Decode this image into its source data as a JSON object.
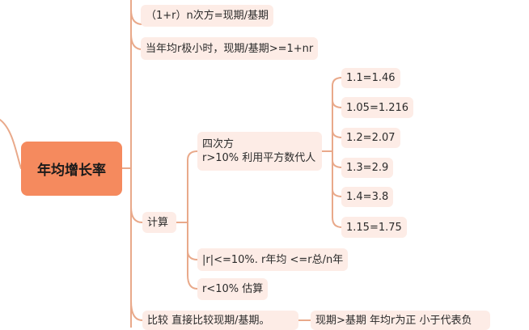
{
  "root": {
    "label": "年均增长率"
  },
  "branches": {
    "power": "（1+r）n次方=现期/基期",
    "small_r": "当年均r极小时，现期/基期>=1+nr",
    "calc": "计算",
    "compare": "比较 直接比较现期/基期。"
  },
  "calc": {
    "fourth_power_line1": "四次方",
    "fourth_power_line2": "r>10% 利用平方数代人",
    "abs_r": "|r|<=10%.   r年均 <=r总/n年",
    "estimate": "r<10% 估算"
  },
  "squares": [
    "1.1=1.46",
    "1.05=1.216",
    "1.2=2.07",
    "1.3=2.9",
    "1.4=3.8",
    "1.15=1.75"
  ],
  "compare_child": "现期>基期 年均r为正  小于代表负",
  "colors": {
    "line": "#e9a98a",
    "node_bg": "#fdece6",
    "root_bg": "#f58a5e"
  }
}
